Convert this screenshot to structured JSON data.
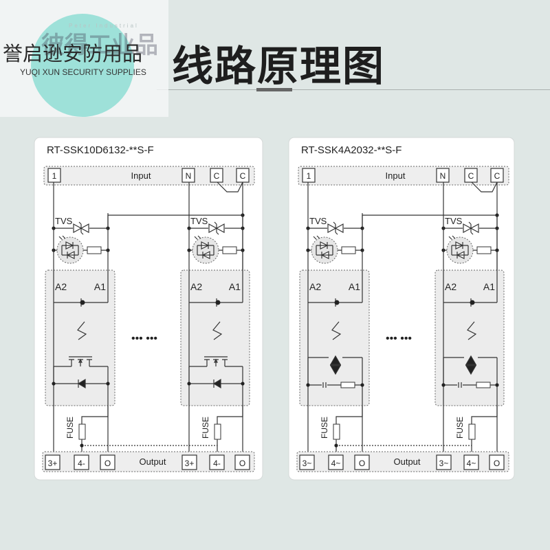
{
  "heading": "线路原理图",
  "watermark": {
    "brand_cn": "誉启逊安防用品",
    "brand_en": "YUQI XUN SECURITY SUPPLIES",
    "logo_text": "Peter Industrial",
    "logo_cn": "彼得工业品"
  },
  "cards": [
    {
      "title": "RT-SSK10D6132-**S-F",
      "input_label": "Input",
      "output_label": "Output",
      "input_terminals": [
        "1",
        "N",
        "C",
        "C"
      ],
      "output_terminals": [
        "3+",
        "4-",
        "O"
      ],
      "tvs_label": "TVS",
      "coil_labels": [
        "A2",
        "A1"
      ],
      "fuse_label": "FUSE",
      "ellipsis": "••• •••",
      "output_switch": "mosfet"
    },
    {
      "title": "RT-SSK4A2032-**S-F",
      "input_label": "Input",
      "output_label": "Output",
      "input_terminals": [
        "1",
        "N",
        "C",
        "C"
      ],
      "output_terminals": [
        "3~",
        "4~",
        "O"
      ],
      "tvs_label": "TVS",
      "coil_labels": [
        "A2",
        "A1"
      ],
      "fuse_label": "FUSE",
      "ellipsis": "••• •••",
      "output_switch": "triac"
    }
  ],
  "colors": {
    "background": "#dfe7e5",
    "card": "#ffffff",
    "line": "#333333",
    "module_fill": "#ececec"
  }
}
